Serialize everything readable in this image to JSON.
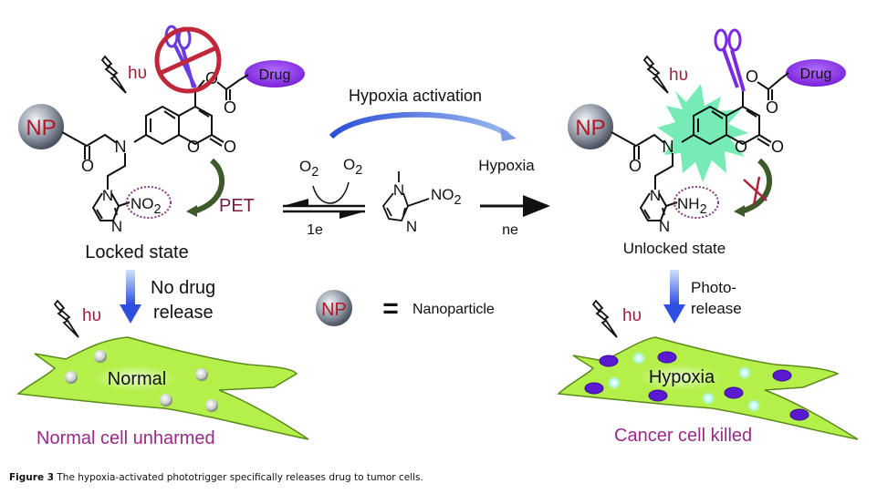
{
  "left_panel": {
    "np_label": "NP",
    "light_label": "hυ",
    "drug_label": "Drug",
    "pet_label": "PET",
    "nitro_group": "NO2",
    "state_label": "Locked state",
    "arrow_label_line1": "No drug",
    "arrow_label_line2": "release",
    "cell_label": "Normal",
    "outcome_label": "Normal cell unharmed"
  },
  "middle_panel": {
    "top_arrow_label": "Hypoxia activation",
    "o2_left": "O2",
    "o2_right": "O2",
    "one_electron": "1e",
    "hypoxia_label": "Hypoxia",
    "n_electron": "ne",
    "nitro_group": "NO2",
    "legend_np": "NP",
    "legend_equals": "=",
    "legend_text": "Nanoparticle"
  },
  "right_panel": {
    "np_label": "NP",
    "light_label": "hυ",
    "drug_label": "Drug",
    "amine_group": "NH2",
    "state_label": "Unlocked state",
    "arrow_label_line1": "Photo-",
    "arrow_label_line2": "release",
    "cell_label": "Hypoxia",
    "outcome_label": "Cancer cell killed"
  },
  "caption": {
    "label": "Figure 3",
    "text": " The hypoxia-activated phototrigger specifically releases drug to tumor cells."
  },
  "colors": {
    "np_text": "#b0182a",
    "hv_text": "#a0203a",
    "drug_fill": "#8a2be2",
    "outcome_text": "#9a2a8a",
    "cell_fill": "#b5f04a",
    "arrow_blue": "#3b5fe0",
    "forbid_red": "#c0283a",
    "glow_green": "#5fe8a8"
  }
}
